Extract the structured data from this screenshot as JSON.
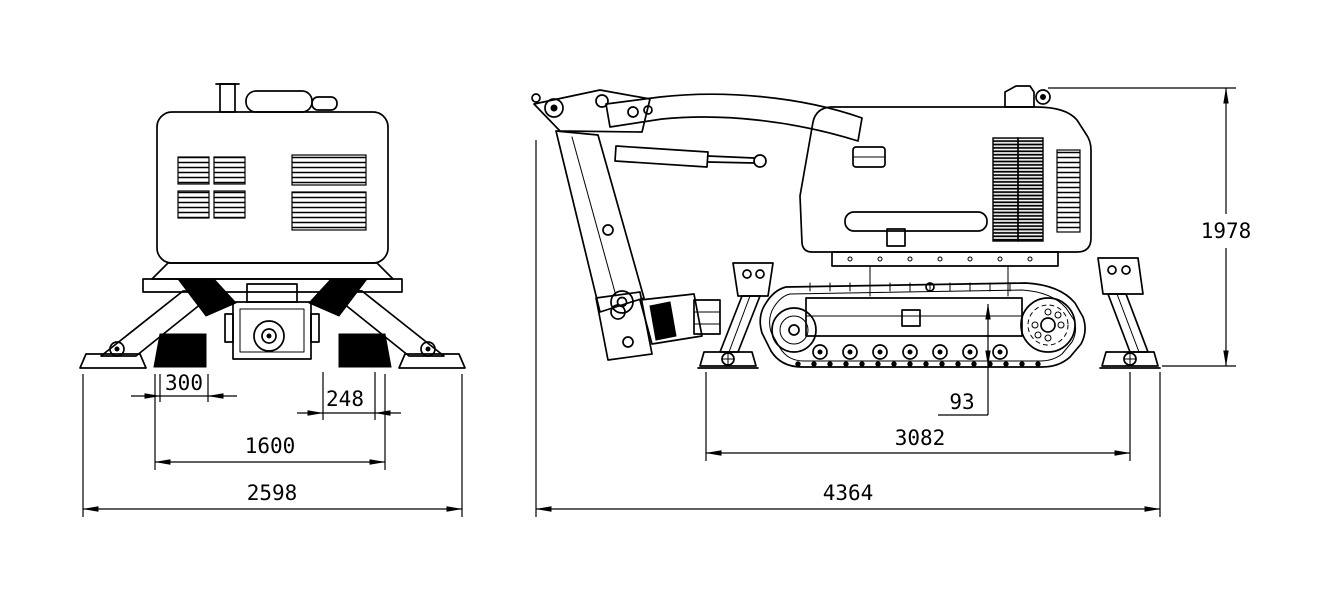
{
  "drawing": {
    "background": "#ffffff",
    "line_color": "#000000",
    "front_view": {
      "dimensions": {
        "center_offset": "300",
        "pad_width": "248",
        "inner_span": "1600",
        "overall_width": "2598"
      }
    },
    "side_view": {
      "dimensions": {
        "ground_clearance": "93",
        "track_length": "3082",
        "overall_length": "4364",
        "overall_height": "1978"
      }
    }
  }
}
